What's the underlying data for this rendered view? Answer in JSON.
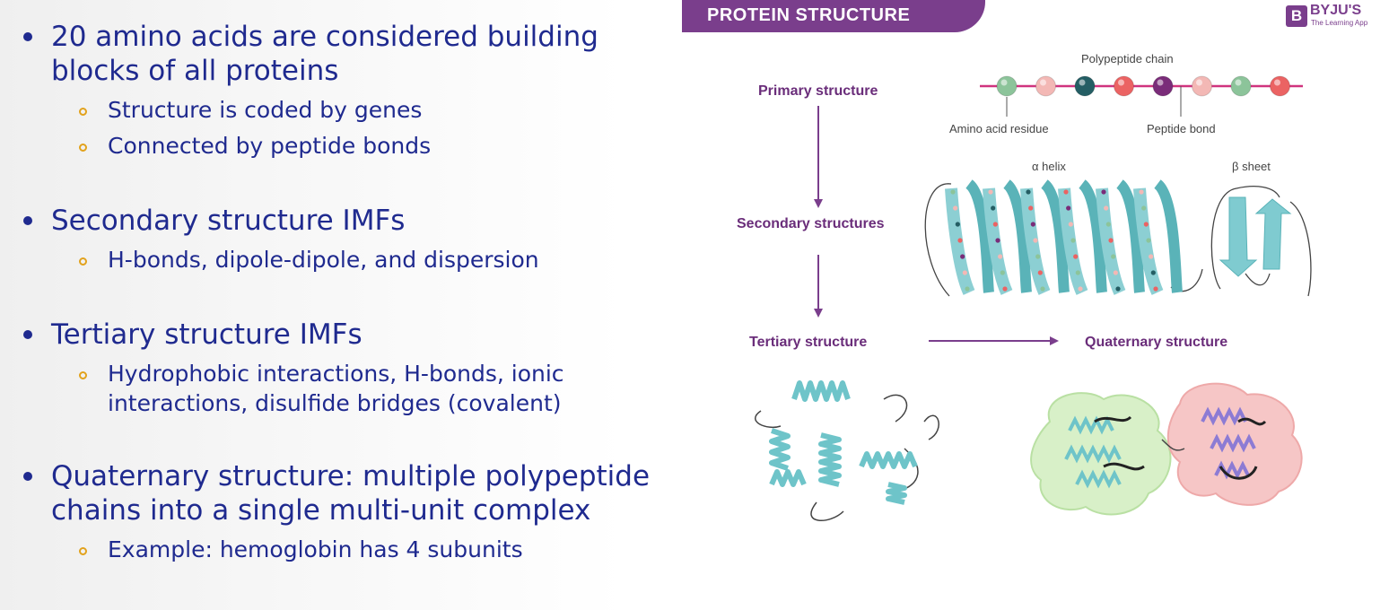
{
  "bullets": [
    {
      "text": "20 amino acids are considered building blocks of all proteins",
      "lines": [
        "20 amino acids are considered building",
        "blocks of all proteins"
      ],
      "sub": [
        {
          "lines": [
            "Structure is coded by genes"
          ]
        },
        {
          "lines": [
            "Connected by peptide bonds"
          ]
        }
      ]
    },
    {
      "text": "Secondary structure IMFs",
      "lines": [
        "Secondary structure IMFs"
      ],
      "sub": [
        {
          "lines": [
            "H-bonds, dipole-dipole, and dispersion"
          ]
        }
      ]
    },
    {
      "text": "Tertiary structure IMFs",
      "lines": [
        "Tertiary structure IMFs"
      ],
      "sub": [
        {
          "lines": [
            "Hydrophobic interactions, H-bonds, ionic",
            "interactions, disulfide bridges (covalent)"
          ]
        }
      ]
    },
    {
      "text": "Quaternary structure: multiple polypeptide chains into a single multi-unit complex",
      "lines": [
        "Quaternary structure: multiple polypeptide",
        "chains into a single multi-unit complex"
      ],
      "sub": [
        {
          "lines": [
            "Example: hemoglobin has 4 subunits"
          ]
        }
      ]
    }
  ],
  "diagram": {
    "banner": "PROTEIN STRUCTURE",
    "logo": {
      "mark": "B",
      "name": "BYJU'S",
      "tagline": "The Learning App"
    },
    "labels": {
      "primary": "Primary structure",
      "polypeptide_chain": "Polypeptide chain",
      "amino_acid_residue": "Amino acid residue",
      "peptide_bond": "Peptide bond",
      "alpha_helix": "α helix",
      "beta_sheet": "β sheet",
      "secondary": "Secondary structures",
      "tertiary": "Tertiary structure",
      "quaternary": "Quaternary structure"
    },
    "residue_colors": [
      "#8cc49a",
      "#f3b8b5",
      "#245e64",
      "#eb6363",
      "#7a2c79",
      "#f3b8b5",
      "#8cc49a",
      "#eb6363"
    ],
    "colors": {
      "accent": "#7a3e8c",
      "text": "#1f2a8f",
      "sub_bullet": "#e2a21c",
      "chain_line": "#d0337e",
      "helix": "#8ccfd3",
      "helix_dark": "#5ab3b8",
      "label": "#6a2d7a"
    }
  }
}
